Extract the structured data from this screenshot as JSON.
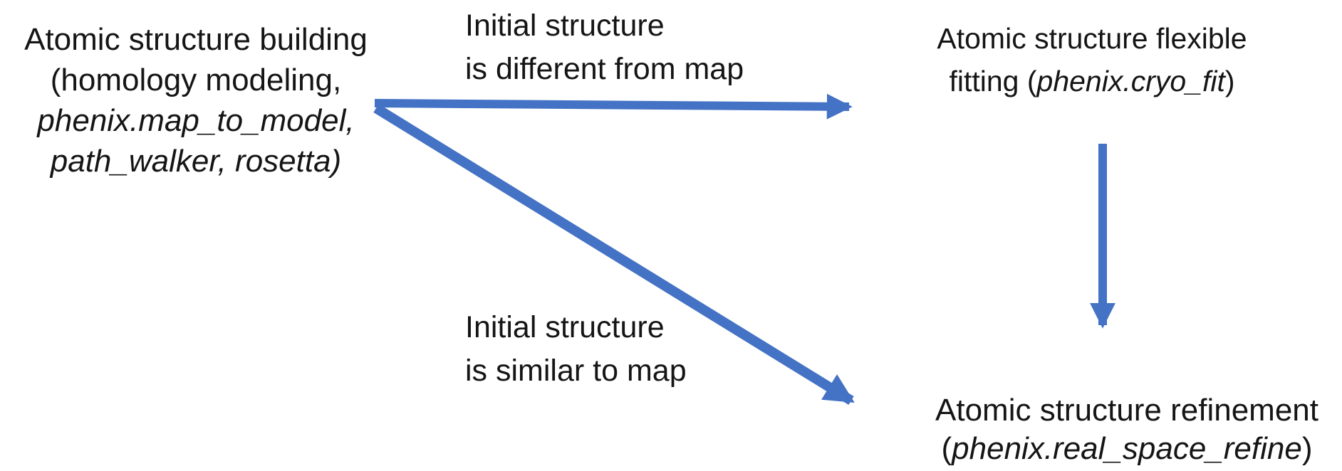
{
  "colors": {
    "arrow": "#4472C4",
    "text": "#151515",
    "background": "#ffffff"
  },
  "nodes": {
    "building": {
      "line1": "Atomic structure building",
      "line2": "(homology modeling,",
      "line3": "phenix.map_to_model,",
      "line4": "path_walker, rosetta)"
    },
    "fitting": {
      "line1": "Atomic structure flexible",
      "line2_pre": "fitting (",
      "line2_tool": "phenix.cryo_fit",
      "line2_post": ")"
    },
    "refinement": {
      "line1": "Atomic structure refinement",
      "line2_pre": "(",
      "line2_tool": "phenix.real_space_refine",
      "line2_post": ")"
    }
  },
  "edge_labels": {
    "different": {
      "line1": "Initial structure",
      "line2": "is different from map"
    },
    "similar": {
      "line1": "Initial structure",
      "line2": "is similar to map"
    }
  }
}
